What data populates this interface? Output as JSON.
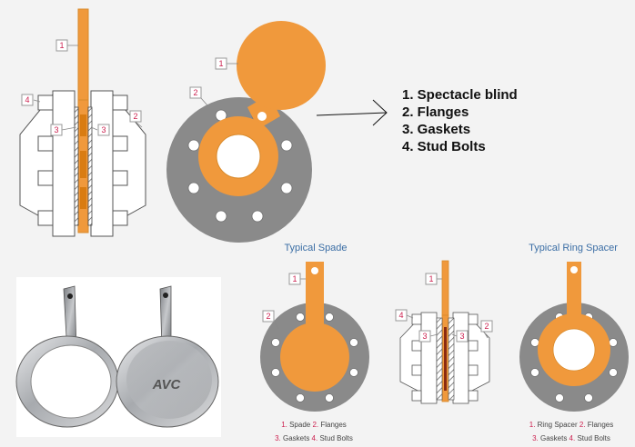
{
  "legend": {
    "items": [
      "1. Spectacle blind",
      "2. Flanges",
      "3. Gaskets",
      "4. Stud Bolts"
    ]
  },
  "callouts": {
    "one": "1",
    "two": "2",
    "three": "3",
    "four": "4"
  },
  "spade": {
    "title": "Typical Spade",
    "caption_line1": [
      {
        "num": "1.",
        "text": " Spade "
      },
      {
        "num": "2.",
        "text": " Flanges"
      }
    ],
    "caption_line2": [
      {
        "num": "3.",
        "text": " Gaskets "
      },
      {
        "num": "4.",
        "text": " Stud Bolts"
      }
    ]
  },
  "ring_spacer": {
    "title": "Typical Ring Spacer",
    "caption_line1": [
      {
        "num": "1.",
        "text": " Ring Spacer "
      },
      {
        "num": "2.",
        "text": " Flanges"
      }
    ],
    "caption_line2": [
      {
        "num": "3.",
        "text": " Gaskets "
      },
      {
        "num": "4.",
        "text": " Stud Bolts"
      }
    ]
  },
  "photo": {
    "engraving": "AVC"
  },
  "colors": {
    "blind_orange": "#f0993c",
    "flange_gray": "#8a8a8a",
    "outline_orange": "#d98a2b",
    "callout_red": "#cc1f4e",
    "title_blue": "#3b6ea5"
  }
}
